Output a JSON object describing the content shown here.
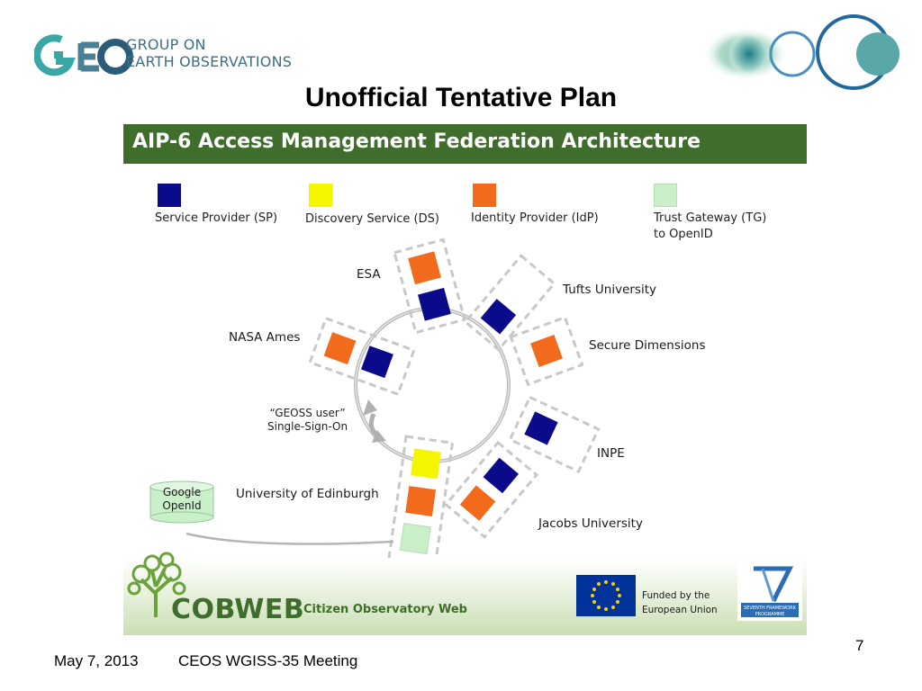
{
  "header": {
    "org_line1": "GROUP ON",
    "org_line2": "EARTH OBSERVATIONS",
    "slide_title": "Unofficial Tentative Plan"
  },
  "figure": {
    "title": "AIP-6 Access Management Federation Architecture",
    "legend": [
      {
        "label_line1": "Service Provider (SP)",
        "label_line2": "",
        "color": "#0a0a8a"
      },
      {
        "label_line1": "Discovery Service (DS)",
        "label_line2": "",
        "color": "#f5f500"
      },
      {
        "label_line1": "Identity Provider (IdP)",
        "label_line2": "",
        "color": "#f26b1d"
      },
      {
        "label_line1": "Trust Gateway (TG)",
        "label_line2": "to OpenID",
        "color": "#c9f0c9"
      }
    ],
    "nodes": {
      "esa": "ESA",
      "tufts": "Tufts University",
      "nasa": "NASA Ames",
      "secure": "Secure Dimensions",
      "inpe": "INPE",
      "edinburgh": "University of Edinburgh",
      "jacobs": "Jacobs University"
    },
    "sso_line1": "“GEOSS user”",
    "sso_line2": "Single-Sign-On",
    "google_line1": "Google",
    "google_line2": "OpenId",
    "cobweb": "COBWEB",
    "cobweb_sub": "Citizen Observatory Web",
    "funded_line1": "Funded by the",
    "funded_line2": "European Union",
    "fp7_line1": "SEVENTH FRAMEWORK",
    "fp7_line2": "PROGRAMME"
  },
  "footer": {
    "date": "May 7, 2013",
    "meeting": "CEOS WGISS-35 Meeting",
    "page": "7"
  },
  "colors": {
    "sp": "#0a0a8a",
    "ds": "#f5f500",
    "idp": "#f26b1d",
    "tg": "#c9f0c9",
    "header_green": "#3f6d2b",
    "geo_teal": "#3e6f85"
  }
}
